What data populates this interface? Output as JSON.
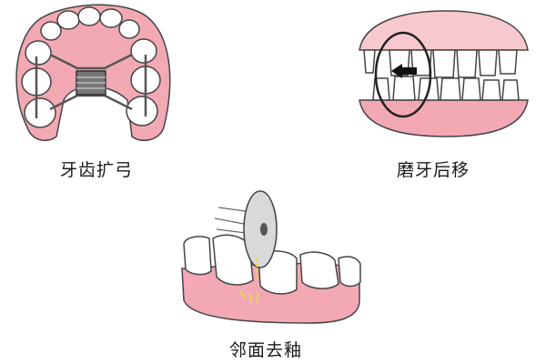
{
  "panels": [
    {
      "caption": "牙齿扩弓",
      "illustration": "palatal-expander-illustration"
    },
    {
      "caption": "磨牙后移",
      "illustration": "molar-distalization-illustration"
    },
    {
      "caption": "邻面去釉",
      "illustration": "interproximal-enamel-reduction-illustration"
    }
  ],
  "colors": {
    "gum": "#f2a9b3",
    "gum_light": "#f7c9cf",
    "tooth": "#ffffff",
    "outline": "#333333",
    "disc": "#d9d9d9",
    "enamel_dust": "#e6d84a"
  }
}
